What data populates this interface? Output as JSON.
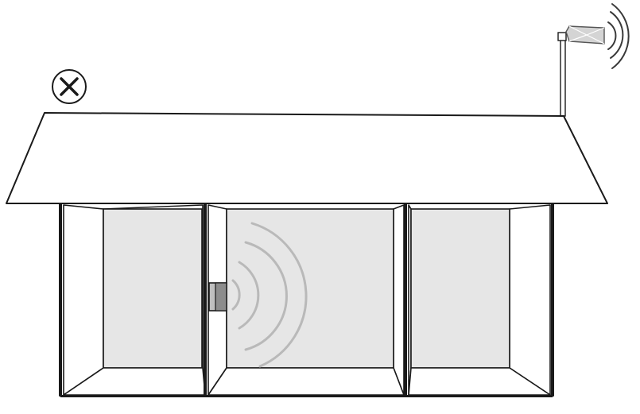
{
  "diagram": {
    "icons": {
      "blocked_signal": "x-circle-icon",
      "outdoor_antenna": "directional-antenna-icon",
      "indoor_antenna": "indoor-antenna-icon",
      "indoor_signal_waves": "signal-waves-icon",
      "outdoor_signal_waves": "signal-waves-icon"
    },
    "colors": {
      "outline": "#1a1a1a",
      "room_fill": "#e6e6e6",
      "signal_wave": "#b9b9b9",
      "antenna_fill": "#d4d4d4"
    },
    "structure": {
      "roof": "house-roof",
      "rooms": [
        "left-room",
        "center-room",
        "right-room"
      ]
    }
  }
}
